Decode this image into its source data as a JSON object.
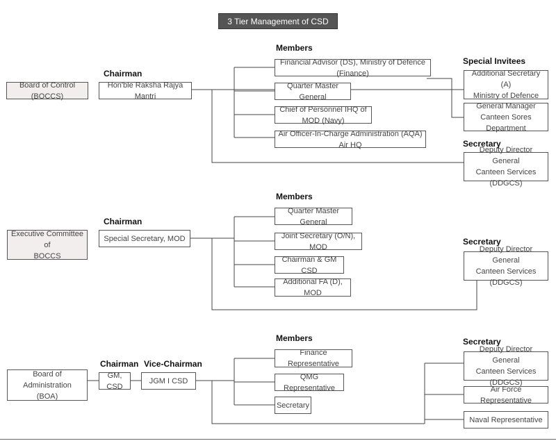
{
  "title": "3 Tier Management of CSD",
  "tiers": [
    {
      "name": "Board of Control (BOCCS)",
      "chairman_heading": "Chairman",
      "chairman": "Hon'ble Raksha Rajya Mantri",
      "members_heading": "Members",
      "members": [
        "Financial Advisor (DS), Ministry of Defence (Finance)",
        "Quarter Master General",
        "Chief of Personnel IHQ of MOD (Navy)",
        "Air Officer-In-Charge Administration (AQA) Air HQ"
      ],
      "special_invitees_heading": "Special Invitees",
      "special_invitees": [
        "Additional Secretary (A)\nMinistry of Defence",
        "General Manager\nCanteen Sores Department"
      ],
      "secretary_heading": "Secretary",
      "secretaries": [
        "Deputy Director General\nCanteen Services (DDGCS)"
      ]
    },
    {
      "name": "Executive Committee of\nBOCCS",
      "chairman_heading": "Chairman",
      "chairman": "Special Secretary, MOD",
      "members_heading": "Members",
      "members": [
        "Quarter Master General",
        "Joint Secretary (O/N), MOD",
        "Chairman & GM CSD",
        "Additional FA (D), MOD"
      ],
      "secretary_heading": "Secretary",
      "secretaries": [
        "Deputy Director General\nCanteen Services (DDGCS)"
      ]
    },
    {
      "name": "Board of Administration\n(BOA)",
      "chairman_heading": "Chairman",
      "chairman": "GM, CSD",
      "vice_chairman_heading": "Vice-Chairman",
      "vice_chairman": "JGM I CSD",
      "members_heading": "Members",
      "members": [
        "Finance Representative",
        "QMG Representative",
        "Secretary"
      ],
      "secretary_heading": "Secretary",
      "secretaries": [
        "Deputy Director General\nCanteen Services (DDGCS)",
        "Air Force Representative",
        "Naval Representative"
      ]
    }
  ]
}
